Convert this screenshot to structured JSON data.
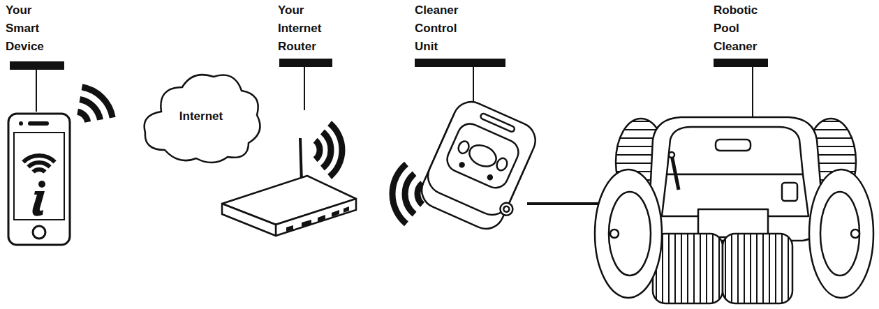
{
  "diagram": {
    "nodes": [
      {
        "text": [
          "Internet"
        ]
      }
    ],
    "labels": [
      "Your Smart Device",
      "Your Internet Router",
      "Cleaner Control Unit",
      "Robotic Pool Cleaner"
    ]
  }
}
